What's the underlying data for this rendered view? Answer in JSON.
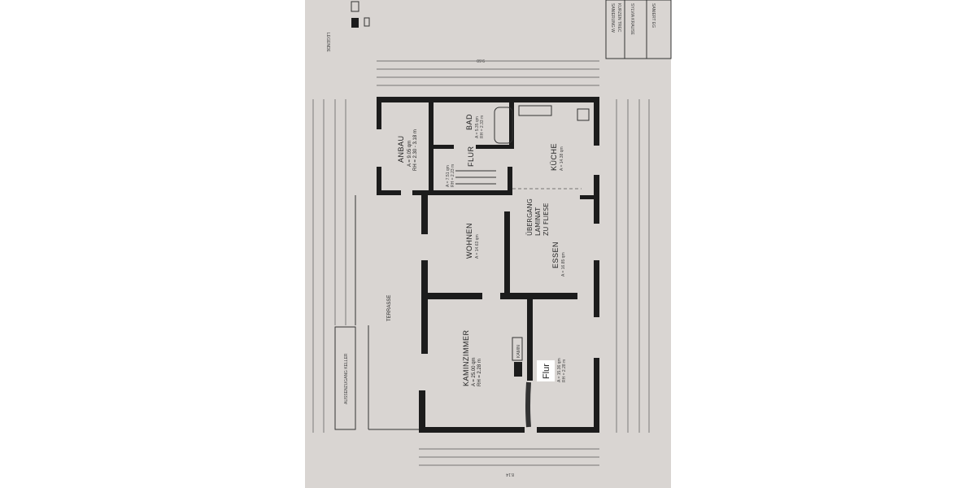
{
  "legend": {
    "title": "LEGENDE"
  },
  "title_block": {
    "line1": "SANIERUNG W",
    "line2": "KURZEN TREC",
    "owner": "SYLVIA KRAUSE",
    "sheet": "SANIERT EG"
  },
  "dimensions": {
    "top_total": "9.60",
    "bottom_total": "8.14"
  },
  "rooms": {
    "anbau": {
      "name": "ANBAU",
      "area": "A = 9.05 qm",
      "height": "RH = 2.30 - 3.18 m"
    },
    "bad": {
      "name": "BAD",
      "area": "A = 5.35 qm",
      "height": "RH = 2.33 m"
    },
    "flur_oben": {
      "name": "FLUR",
      "area": "A = 7.51 qm",
      "height": "RH = 2.23 m"
    },
    "kueche": {
      "name": "KÜCHE",
      "area": "A = 14.38 qm"
    },
    "wohnen": {
      "name": "WOHNEN",
      "area": "A = 14.63 qm"
    },
    "essen": {
      "name": "ESSEN",
      "area": "A = 16.85 qm"
    },
    "kaminzimmer": {
      "name": "KAMINZIMMER",
      "area": "A = 25.00 qm",
      "height": "RH = 2.28 m"
    },
    "flur_unten": {
      "label": "Flur",
      "area": "A = 15.36 qm",
      "height": "RH = 2.28 m"
    },
    "terrasse": {
      "name": "TERRASSE"
    },
    "keller": {
      "name": "AUSSENZUGANG KELLER"
    }
  },
  "annotations": {
    "line1": "ÜBERGANG",
    "line2": "LAMINAT",
    "line3": "ZU FLIESE",
    "kamin": "KAMIN"
  }
}
